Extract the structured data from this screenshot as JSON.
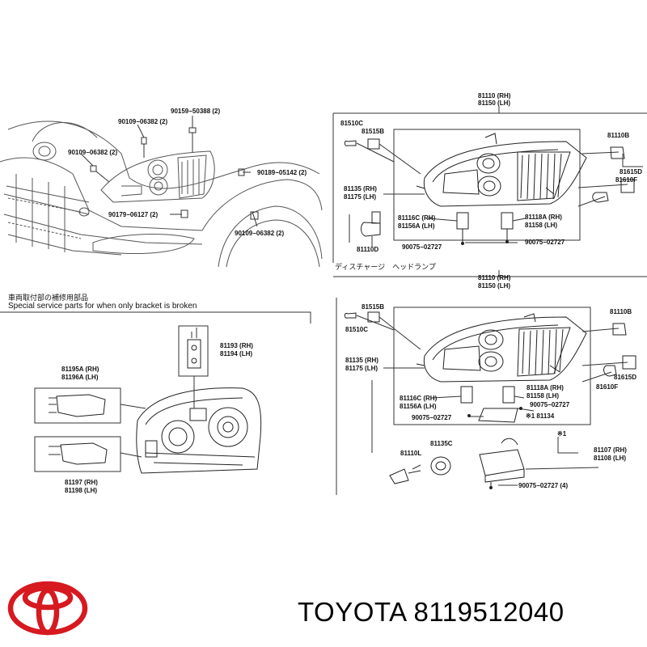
{
  "brand": {
    "name": "TOYOTA",
    "part_number": "8119512040",
    "logo_color": "#d71920"
  },
  "section_titles": {
    "special_jp": "車両取付部の補修用部品",
    "special_en": "Special service parts for when only bracket is broken",
    "discharge_jp": "ディスチャージ　ヘッドランプ"
  },
  "callouts_vehicle": {
    "c1": "90159−50388 (2)",
    "c2": "90109−06382 (2)",
    "c3": "90109−06382 (2)",
    "c4": "90189−05142 (2)",
    "c5": "90179−06127 (2)",
    "c6": "90109−06382 (2)"
  },
  "callouts_top": {
    "rh": "81110 (RH)",
    "lh": "81150 (LH)",
    "a1": "81510C",
    "a2": "81515B",
    "b1": "81110B",
    "b2": "81615D",
    "b3": "81610F",
    "c1": "81135 (RH)",
    "c2": "81175 (LH)",
    "d1": "81116C (RH)",
    "d2": "81156A (LH)",
    "e1": "81118A (RH)",
    "e2": "81158 (LH)",
    "f1": "90075−02727",
    "f2": "90075−02727",
    "g1": "81110D"
  },
  "callouts_bottom": {
    "rh": "81110 (RH)",
    "lh": "81150 (LH)",
    "a1": "81515B",
    "a2": "81510C",
    "b1": "81110B",
    "b2": "81615D",
    "b3": "81610F",
    "c1": "81135 (RH)",
    "c2": "81175 (LH)",
    "d1": "81116C (RH)",
    "d2": "81156A (LH)",
    "e1": "81118A (RH)",
    "e2": "81158 (LH)",
    "f1": "90075−02727",
    "f2": "90075−02727",
    "g1": "※1 81134",
    "h1": "※1",
    "i1": "81135C",
    "i2": "81110L",
    "j1": "81107 (RH)",
    "j2": "81108 (LH)",
    "k1": "90075−02727 (4)"
  },
  "callouts_special": {
    "a1": "81193 (RH)",
    "a2": "81194 (LH)",
    "b1": "81195A (RH)",
    "b2": "81196A (LH)",
    "c1": "81197 (RH)",
    "c2": "81198 (LH)"
  }
}
